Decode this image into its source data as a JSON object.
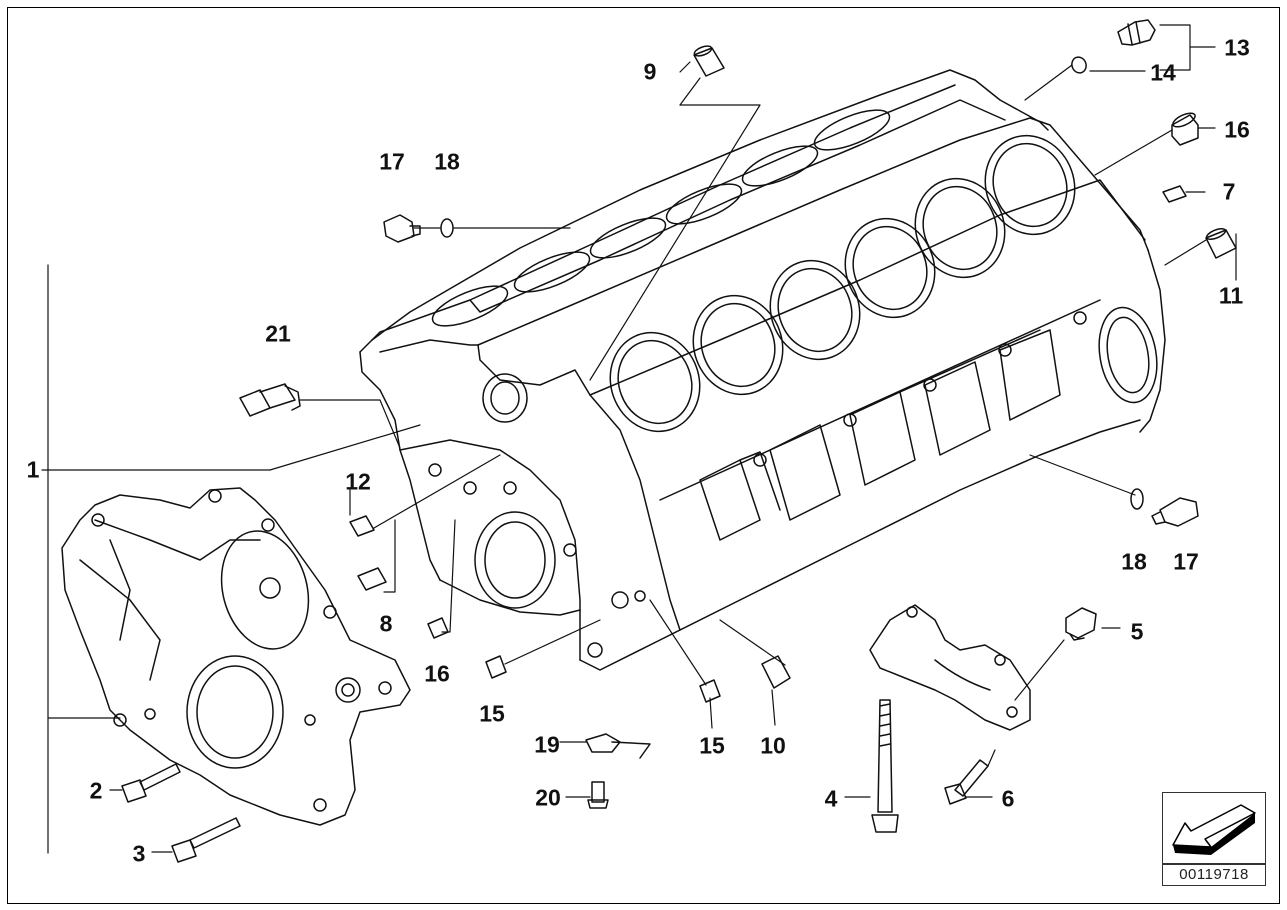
{
  "diagram": {
    "callouts": [
      {
        "id": "c1",
        "text": "1"
      },
      {
        "id": "c2",
        "text": "2"
      },
      {
        "id": "c3",
        "text": "3"
      },
      {
        "id": "c4",
        "text": "4"
      },
      {
        "id": "c5",
        "text": "5"
      },
      {
        "id": "c6",
        "text": "6"
      },
      {
        "id": "c7",
        "text": "7"
      },
      {
        "id": "c8",
        "text": "8"
      },
      {
        "id": "c9",
        "text": "9"
      },
      {
        "id": "c10",
        "text": "10"
      },
      {
        "id": "c11",
        "text": "11"
      },
      {
        "id": "c12",
        "text": "12"
      },
      {
        "id": "c13",
        "text": "13"
      },
      {
        "id": "c14",
        "text": "14"
      },
      {
        "id": "c15a",
        "text": "15"
      },
      {
        "id": "c15b",
        "text": "15"
      },
      {
        "id": "c16a",
        "text": "16"
      },
      {
        "id": "c16b",
        "text": "16"
      },
      {
        "id": "c17a",
        "text": "17"
      },
      {
        "id": "c17b",
        "text": "17"
      },
      {
        "id": "c18a",
        "text": "18"
      },
      {
        "id": "c18b",
        "text": "18"
      },
      {
        "id": "c19",
        "text": "19"
      },
      {
        "id": "c20",
        "text": "20"
      },
      {
        "id": "c21",
        "text": "21"
      }
    ],
    "drawing_number": "00119718",
    "colors": {
      "line": "#111111",
      "background": "#ffffff"
    }
  }
}
